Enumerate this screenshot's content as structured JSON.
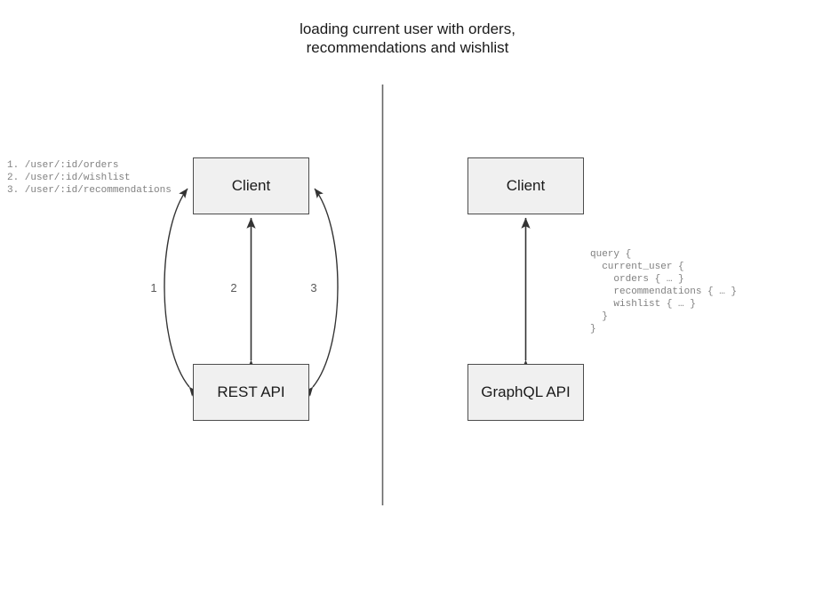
{
  "diagram": {
    "title": "loading current user with orders,\nrecommendations and wishlist",
    "divider": {
      "name": "vertical-divider",
      "color": "#666666"
    },
    "colors": {
      "box_fill": "#f0f0f0",
      "box_border": "#4d4d4d",
      "arrow": "#333333",
      "code_text": "#808080",
      "title_text": "#1a1a1a"
    },
    "left_panel": {
      "nodes": [
        {
          "id": "client-rest",
          "label": "Client"
        },
        {
          "id": "rest-api",
          "label": "REST API"
        }
      ],
      "edges": [
        {
          "id": "edge-1",
          "label": "1",
          "shape": "curve-left",
          "direction": "bidirectional"
        },
        {
          "id": "edge-2",
          "label": "2",
          "shape": "straight",
          "direction": "bidirectional"
        },
        {
          "id": "edge-3",
          "label": "3",
          "shape": "curve-right",
          "direction": "bidirectional"
        }
      ],
      "endpoints": "1. /user/:id/orders\n2. /user/:id/wishlist\n3. /user/:id/recommendations"
    },
    "right_panel": {
      "nodes": [
        {
          "id": "client-gql",
          "label": "Client"
        },
        {
          "id": "graphql-api",
          "label": "GraphQL API"
        }
      ],
      "edges": [
        {
          "id": "edge-gql",
          "label": "",
          "shape": "straight",
          "direction": "bidirectional"
        }
      ],
      "query": "query {\n  current_user {\n    orders { … }\n    recommendations { … }\n    wishlist { … }\n  }\n}"
    }
  }
}
